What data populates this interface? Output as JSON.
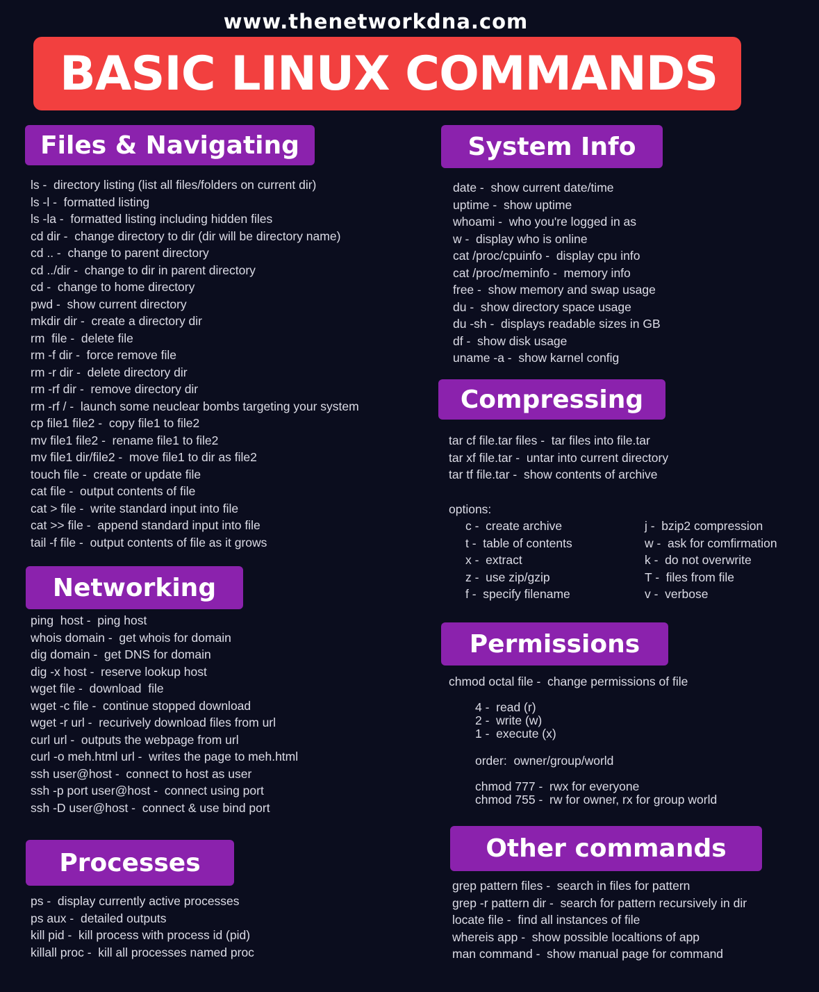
{
  "site": "www.thenetworkdna.com",
  "title": "BASIC LINUX COMMANDS",
  "sections": {
    "files": {
      "heading": "Files & Navigating",
      "items": [
        "ls -  directory listing (list all files/folders on current dir)",
        "ls -l -  formatted listing",
        "ls -la -  formatted listing including hidden files",
        "cd dir -  change directory to dir (dir will be directory name)",
        "cd .. -  change to parent directory",
        "cd ../dir -  change to dir in parent directory",
        "cd -  change to home directory",
        "pwd -  show current directory",
        "mkdir dir -  create a directory dir",
        "rm  file -  delete file",
        "rm -f dir -  force remove file",
        "rm -r dir -  delete directory dir",
        "rm -rf dir -  remove directory dir",
        "rm -rf / -  launch some neuclear bombs targeting your system",
        "cp file1 file2 -  copy file1 to file2",
        "mv file1 file2 -  rename file1 to file2",
        "mv file1 dir/file2 -  move file1 to dir as file2",
        "touch file -  create or update file",
        "cat file -  output contents of file",
        "cat > file -  write standard input into file",
        "cat >> file -  append standard input into file",
        "tail -f file -  output contents of file as it grows"
      ]
    },
    "networking": {
      "heading": "Networking",
      "items": [
        "ping  host -  ping host",
        "whois domain -  get whois for domain",
        "dig domain -  get DNS for domain",
        "dig -x host -  reserve lookup host",
        "wget file -  download  file",
        "wget -c file -  continue stopped download",
        "wget -r url -  recurively download files from url",
        "curl url -  outputs the webpage from url",
        "curl -o meh.html url -  writes the page to meh.html",
        "ssh user@host -  connect to host as user",
        "ssh -p port user@host -  connect using port",
        "ssh -D user@host -  connect & use bind port"
      ]
    },
    "processes": {
      "heading": "Processes",
      "items": [
        "ps -  display currently active processes",
        "ps aux -  detailed outputs",
        "kill pid -  kill process with process id (pid)",
        "killall proc -  kill all processes named proc"
      ]
    },
    "sysinfo": {
      "heading": "System Info",
      "items": [
        "date -  show current date/time",
        "uptime -  show uptime",
        "whoami -  who you're logged in as",
        "w -  display who is online",
        "cat /proc/cpuinfo -  display cpu info",
        "cat /proc/meminfo -  memory info",
        "free -  show memory and swap usage",
        "du -  show directory space usage",
        "du -sh -  displays readable sizes in GB",
        "df -  show disk usage",
        "uname -a -  show karnel config"
      ]
    },
    "compressing": {
      "heading": "Compressing",
      "items": [
        "tar cf file.tar files -  tar files into file.tar",
        "tar xf file.tar -  untar into current directory",
        "tar tf file.tar -  show contents of archive"
      ],
      "options_label": "options:",
      "options_left": [
        "c -  create archive",
        "t -  table of contents",
        "x -  extract",
        "z -  use zip/gzip",
        "f -  specify filename"
      ],
      "options_right": [
        "j -  bzip2 compression",
        "w -  ask for comfirmation",
        "k -  do not overwrite",
        "T -  files from file",
        "v -  verbose"
      ]
    },
    "permissions": {
      "heading": "Permissions",
      "main": "chmod octal file -  change permissions of file",
      "octal": [
        "4 -  read (r)",
        "2 -  write (w)",
        "1 -  execute (x)"
      ],
      "order": "order:  owner/group/world",
      "examples": [
        "chmod 777 -  rwx for everyone",
        "chmod 755 -  rw for owner, rx for group world"
      ]
    },
    "other": {
      "heading": "Other commands",
      "items": [
        "grep pattern files -  search in files for pattern",
        "grep -r pattern dir -  search for pattern recursively in dir",
        "locate file -  find all instances of file",
        "whereis app -  show possible localtions of app",
        "man command -  show manual page for command"
      ]
    }
  }
}
